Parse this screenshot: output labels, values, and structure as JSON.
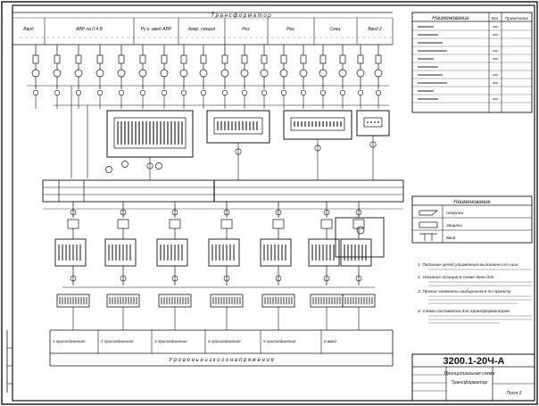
{
  "drawing": {
    "top_header": "Т р а н с ф о р м а т о р",
    "bottom_header": "У р о в е н ь    н и з к о г о    н а п р я ж е н и я",
    "drawing_number": "3200.1-20Ч-А",
    "title_lines": [
      "Принципиальная схема",
      "Трансформатор",
      "Лист 2"
    ]
  },
  "top_columns": [
    "Ввод",
    "АВР на 0.4 В",
    "Ру к. ввод АВР",
    "Авар. секция",
    "Рез.",
    "Рез.",
    "Секц.",
    "Ввод 2"
  ],
  "bottom_columns": [
    "1 присоединение",
    "2 присоединение",
    "3 присоединение",
    "4 присоединение",
    "5 присоединение",
    "6 ввод"
  ],
  "legend_top": {
    "title": "Наименование",
    "col2": "Кол.",
    "col3": "Примечание"
  },
  "legend_mid": {
    "title": "Наименование",
    "rows": [
      "Нагрузка",
      "Защита",
      "Ввод"
    ]
  },
  "notes": [
    "1. Питание цепей управления выполнено от шин",
    "2. Указание позиций в схеме дано для",
    "3. Прочие элементы выбираются по проекту",
    "4. Схема составлена для трансформаторов"
  ]
}
